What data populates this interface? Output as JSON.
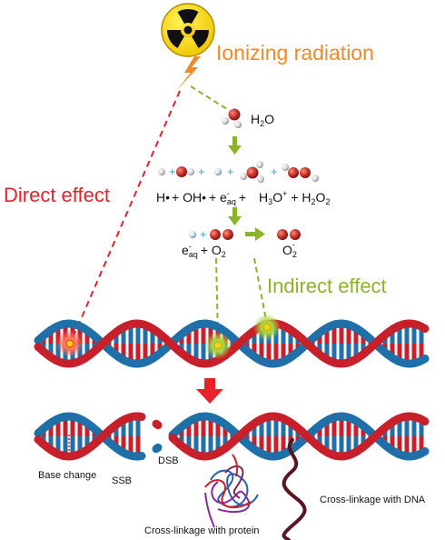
{
  "labels": {
    "ionizing": "Ionizing radiation",
    "direct": "Direct effect",
    "indirect": "Indirect effect",
    "water": "H2O",
    "radicals": "H• + OH• + e⁻aq + H3O⁺ + H2O2",
    "radicals_parts": {
      "h": "H•",
      "oh": "+ OH•",
      "e": "+ e",
      "e_sup": "-",
      "e_sub": "aq",
      "h3o_pre": "+",
      "h3o": "H",
      "h3o_sub": "3",
      "h3o_o": "O",
      "h3o_sup": "+",
      "h2o2": "+ H",
      "h2o2_sub": "2",
      "h2o2_o": "O",
      "h2o2_sub2": "2"
    },
    "superoxide_eq": {
      "e": "e",
      "e_sup": "-",
      "e_sub": "aq",
      "plus": "+ O",
      "o2_sub": "2",
      "product": "O",
      "product_sub": "2",
      "product_sup": "-"
    },
    "h2o_parts": {
      "h": "H",
      "sub": "2",
      "o": "O"
    },
    "base_change": "Base change",
    "ssb": "SSB",
    "dsb": "DSB",
    "crosslink_protein": "Cross-linkage with protein",
    "crosslink_dna": "Cross-linkage with DNA"
  },
  "colors": {
    "orange": "#f0892a",
    "red": "#e8222a",
    "green": "#8ab52a",
    "dna_red": "#c8202a",
    "dna_blue": "#1f6fa8",
    "atom_red": "#c0302b",
    "atom_grey": "#cfcfcf"
  }
}
